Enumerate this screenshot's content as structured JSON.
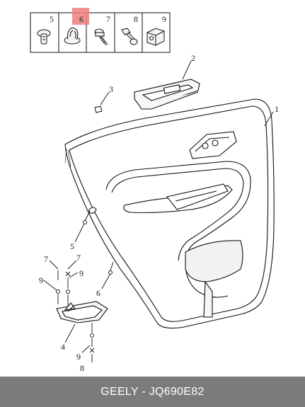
{
  "header_strip": {
    "cells": [
      {
        "number": "5",
        "icon": "push-rivet-icon",
        "highlighted": false
      },
      {
        "number": "6",
        "icon": "retainer-clip-icon",
        "highlighted": true
      },
      {
        "number": "7",
        "icon": "screw-icon",
        "highlighted": false
      },
      {
        "number": "8",
        "icon": "bolt-icon",
        "highlighted": false
      },
      {
        "number": "9",
        "icon": "clip-nut-icon",
        "highlighted": false
      }
    ],
    "highlight_color": "#ef7f7f"
  },
  "callouts": {
    "c1": "1",
    "c2": "2",
    "c3": "3",
    "c4": "4",
    "c5": "5",
    "c6": "6",
    "c7a": "7",
    "c7b": "7",
    "c9a": "9",
    "c9b": "9",
    "c9c": "9",
    "c8": "8"
  },
  "footer": {
    "label": "GEELY - JQ690E82",
    "background": "#7b7b7b"
  }
}
